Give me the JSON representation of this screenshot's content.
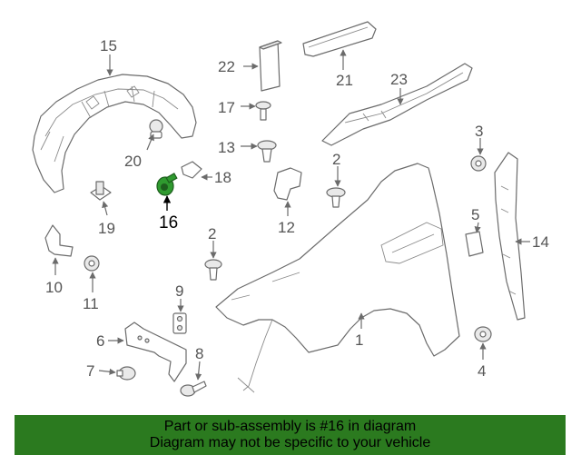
{
  "callouts": [
    {
      "id": "c1",
      "label": "1"
    },
    {
      "id": "c2a",
      "label": "2"
    },
    {
      "id": "c2b",
      "label": "2"
    },
    {
      "id": "c3",
      "label": "3"
    },
    {
      "id": "c4",
      "label": "4"
    },
    {
      "id": "c5",
      "label": "5"
    },
    {
      "id": "c6",
      "label": "6"
    },
    {
      "id": "c7",
      "label": "7"
    },
    {
      "id": "c8",
      "label": "8"
    },
    {
      "id": "c9",
      "label": "9"
    },
    {
      "id": "c10",
      "label": "10"
    },
    {
      "id": "c11",
      "label": "11"
    },
    {
      "id": "c12",
      "label": "12"
    },
    {
      "id": "c13",
      "label": "13"
    },
    {
      "id": "c14",
      "label": "14"
    },
    {
      "id": "c15",
      "label": "15"
    },
    {
      "id": "c16",
      "label": "16"
    },
    {
      "id": "c17",
      "label": "17"
    },
    {
      "id": "c18",
      "label": "18"
    },
    {
      "id": "c19",
      "label": "19"
    },
    {
      "id": "c20",
      "label": "20"
    },
    {
      "id": "c21",
      "label": "21"
    },
    {
      "id": "c22",
      "label": "22"
    },
    {
      "id": "c23",
      "label": "23"
    }
  ],
  "highlight": {
    "part": "16",
    "color": "#2f9a2f"
  },
  "banner": {
    "line1": "Part or sub-assembly is #16 in diagram",
    "line2": "Diagram may not be specific to your vehicle",
    "color": "#2b7a1f"
  }
}
